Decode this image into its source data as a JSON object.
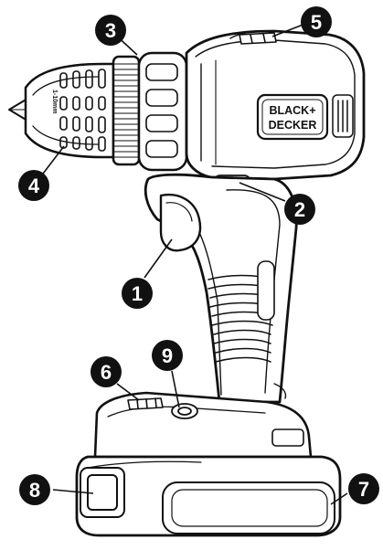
{
  "brand": {
    "logo_line1": "BLACK+",
    "logo_line2": "DECKER"
  },
  "chuck_marking": "1-10mm",
  "callouts": [
    {
      "id": "1",
      "label": "1"
    },
    {
      "id": "2",
      "label": "2"
    },
    {
      "id": "3",
      "label": "3"
    },
    {
      "id": "4",
      "label": "4"
    },
    {
      "id": "5",
      "label": "5"
    },
    {
      "id": "6",
      "label": "6"
    },
    {
      "id": "7",
      "label": "7"
    },
    {
      "id": "8",
      "label": "8"
    },
    {
      "id": "9",
      "label": "9"
    }
  ],
  "colors": {
    "ink": "#111111",
    "paper": "#ffffff"
  }
}
